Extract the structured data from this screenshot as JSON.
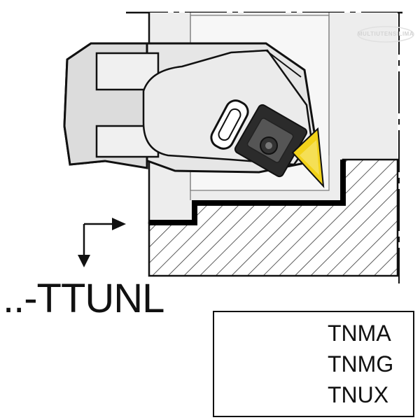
{
  "tool_code": "..-TTUNL",
  "watermark": "MULTIUTENSILIMA",
  "insert_types": [
    "TNMA",
    "TNMG",
    "TNUX"
  ],
  "icons": {
    "direction": "feed-direction-arrows-icon",
    "insert": "triangular-insert-icon"
  },
  "colors": {
    "insert_yellow": "#f2d21a",
    "body_gray": "#e6e6e6",
    "line": "#111111"
  }
}
